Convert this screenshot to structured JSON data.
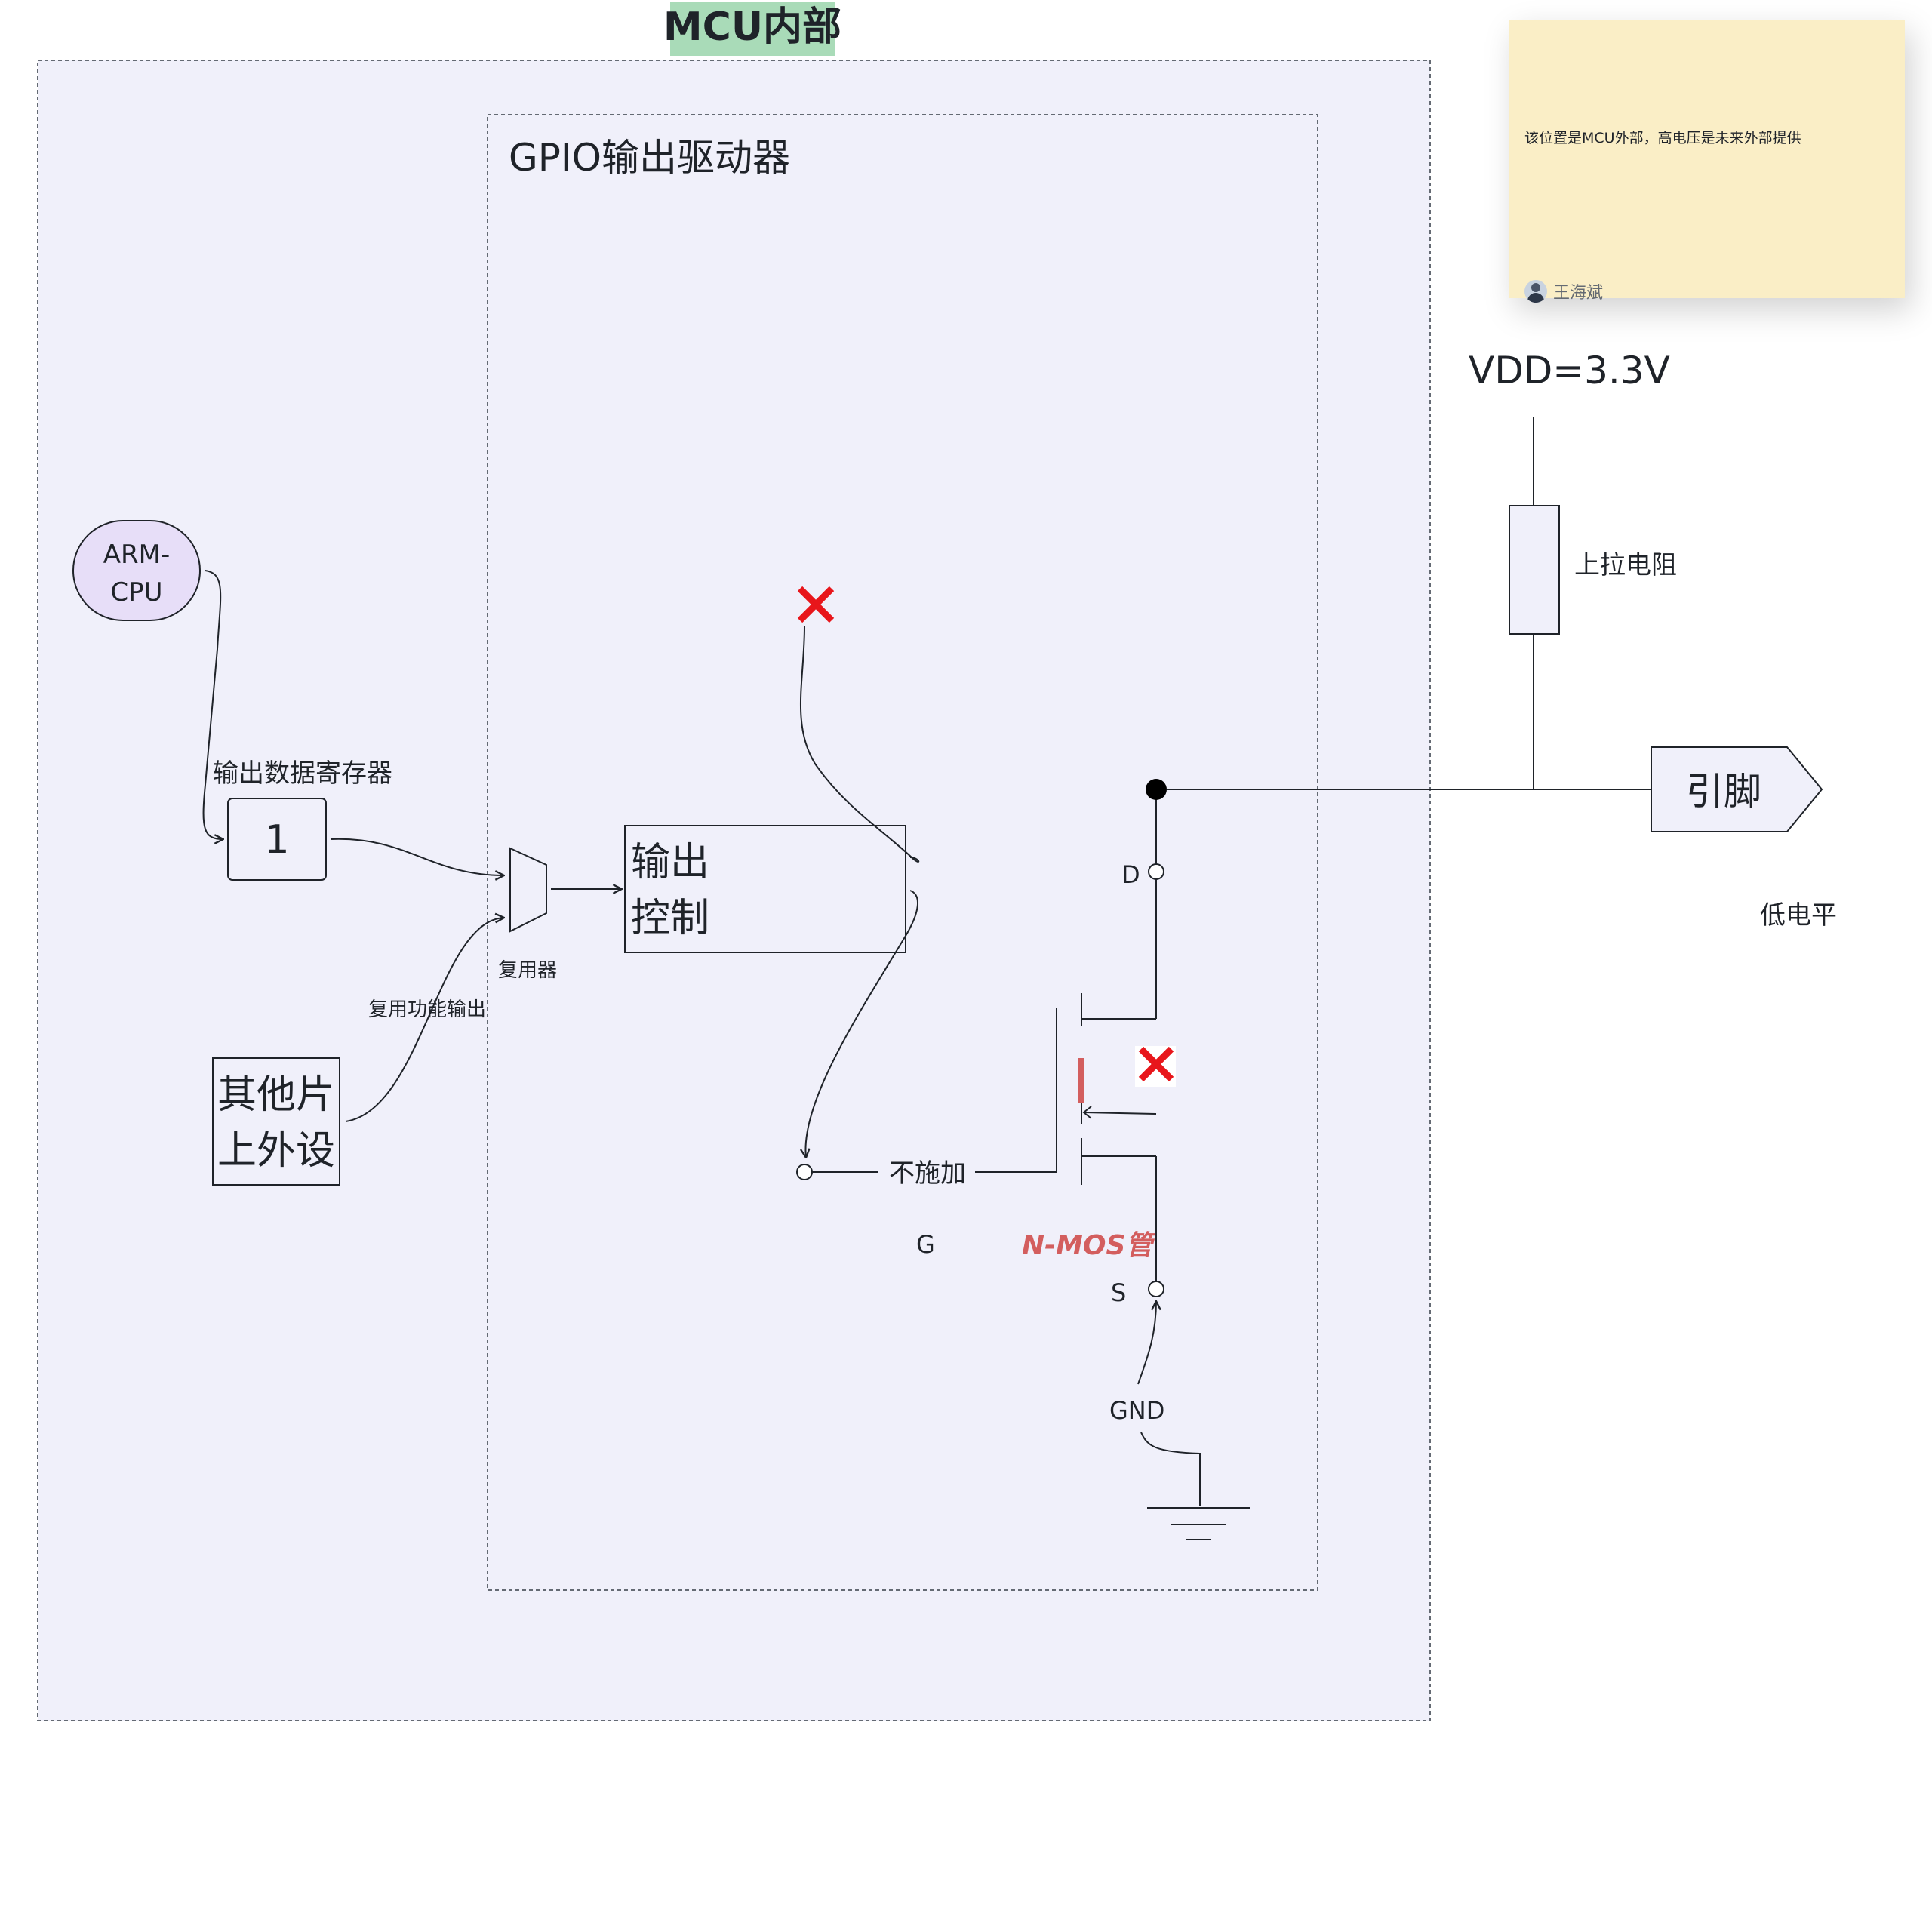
{
  "title": "MCU内部",
  "gpio_driver_label": "GPIO输出驱动器",
  "cpu_label_line1": "ARM-",
  "cpu_label_line2": "CPU",
  "register_label": "输出数据寄存器",
  "register_value": "1",
  "peripheral_line1": "其他片",
  "peripheral_line2": "上外设",
  "alt_function_label": "复用功能输出",
  "mux_label": "复用器",
  "output_control_line1": "输出",
  "output_control_line2": "控制",
  "gate_label": "不施加",
  "g_label": "G",
  "nmos_label": "N-MOS管",
  "d_label": "D",
  "s_label": "S",
  "gnd_label": "GND",
  "vdd_label": "VDD=3.3V",
  "pullup_label": "上拉电阻",
  "pin_label": "引脚",
  "level_label": "低电平",
  "sticky_note": {
    "text": "该位置是MCU外部，高电压是未来外部提供",
    "author": "王海斌",
    "bg_color": "#faeec6"
  },
  "colors": {
    "outer_bg": "#f0f0fa",
    "title_bg": "#a9dbb8",
    "cpu_fill": "#e7def8",
    "cross": "#e8161b",
    "nmos_text": "#d35e5e",
    "line": "#1f2329"
  },
  "icons": [
    "cross-icon",
    "ground-icon",
    "avatar-icon"
  ]
}
